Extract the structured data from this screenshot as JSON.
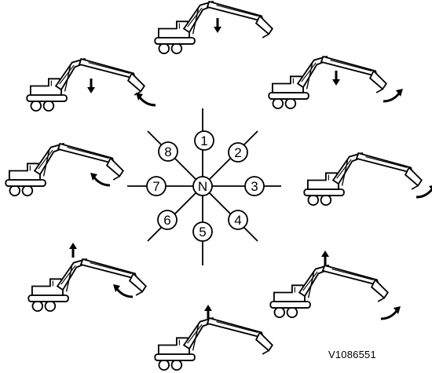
{
  "diagram": {
    "center_label": "N",
    "positions": [
      "1",
      "2",
      "3",
      "4",
      "5",
      "6",
      "7",
      "8"
    ],
    "reference_code": "V1086551",
    "positions_meaning": [
      {
        "label": "1",
        "motion": "boom down"
      },
      {
        "label": "2",
        "motion": "boom down, bucket out"
      },
      {
        "label": "3",
        "motion": "bucket out"
      },
      {
        "label": "4",
        "motion": "boom up, bucket out"
      },
      {
        "label": "5",
        "motion": "boom up"
      },
      {
        "label": "6",
        "motion": "boom up, bucket in"
      },
      {
        "label": "7",
        "motion": "bucket in"
      },
      {
        "label": "8",
        "motion": "boom down, bucket in"
      }
    ]
  }
}
